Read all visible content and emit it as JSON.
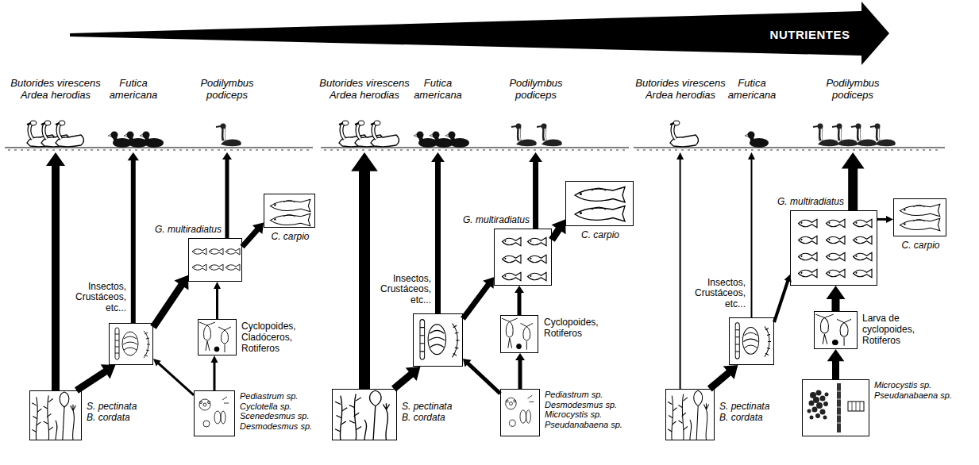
{
  "diagram": {
    "nodes": [
      {
        "text": [
          "Butorides virescens Ardea herodias"
        ]
      },
      {
        "text": [
          "Futica americana"
        ]
      },
      {
        "text": [
          "Podilymbus podiceps"
        ]
      },
      {
        "text": [
          "C. carpio"
        ]
      },
      {
        "text": [
          "G. multiradiatus"
        ]
      },
      {
        "text": [
          "Insectos, Crustáceos, etc..."
        ]
      },
      {
        "text": [
          "Cyclopoides, Cladóceros, Rotiferos"
        ]
      },
      {
        "text": [
          "S. pectinata B. cordata"
        ]
      },
      {
        "text": [
          "Pediastrum sp. Cyclotella sp. Scenedesmus sp. Desmodesmus sp."
        ]
      },
      {
        "text": [
          "Butorides virescens Ardea herodias"
        ]
      },
      {
        "text": [
          "Futica americana"
        ]
      },
      {
        "text": [
          "Podilymbus podiceps"
        ]
      },
      {
        "text": [
          "C. carpio"
        ]
      },
      {
        "text": [
          "G. multiradiatus"
        ]
      },
      {
        "text": [
          "Insectos, Crustáceos, etc..."
        ]
      },
      {
        "text": [
          "Cyclopoides, Rotiferos"
        ]
      },
      {
        "text": [
          "S. pectinata B. cordata"
        ]
      },
      {
        "text": [
          "Pediastrum sp. Desmodesmus sp. Microcystis sp. Pseudanabaena sp."
        ]
      },
      {
        "text": [
          "Butorides virescens Ardea herodias"
        ]
      },
      {
        "text": [
          "Futica americana"
        ]
      },
      {
        "text": [
          "Podilymbus podiceps"
        ]
      },
      {
        "text": [
          "C. carpio"
        ]
      },
      {
        "text": [
          "G. multiradiatus"
        ]
      },
      {
        "text": [
          "Insectos, Crustáceos, etc..."
        ]
      },
      {
        "text": [
          "Larva de cyclopoides, Rotiferos"
        ]
      },
      {
        "text": [
          "S. pectinata B. cordata"
        ]
      },
      {
        "text": [
          "Microcystis sp. Pseudanabaena sp."
        ]
      }
    ],
    "edges": [
      {
        "from": 7,
        "to": 0,
        "arrow": "to"
      },
      {
        "from": 7,
        "to": 5,
        "arrow": "to"
      },
      {
        "from": 5,
        "to": 1,
        "arrow": "to"
      },
      {
        "from": 5,
        "to": 4,
        "arrow": "to"
      },
      {
        "from": 8,
        "to": 5,
        "arrow": "to"
      },
      {
        "from": 8,
        "to": 6,
        "arrow": "to"
      },
      {
        "from": 6,
        "to": 4,
        "arrow": "to"
      },
      {
        "from": 4,
        "to": 3,
        "arrow": "to"
      },
      {
        "from": 4,
        "to": 2,
        "arrow": "to"
      },
      {
        "from": 16,
        "to": 9,
        "arrow": "to"
      },
      {
        "from": 16,
        "to": 14,
        "arrow": "to"
      },
      {
        "from": 14,
        "to": 10,
        "arrow": "to"
      },
      {
        "from": 14,
        "to": 13,
        "arrow": "to"
      },
      {
        "from": 17,
        "to": 14,
        "arrow": "to"
      },
      {
        "from": 17,
        "to": 15,
        "arrow": "to"
      },
      {
        "from": 15,
        "to": 13,
        "arrow": "to"
      },
      {
        "from": 13,
        "to": 12,
        "arrow": "to"
      },
      {
        "from": 13,
        "to": 11,
        "arrow": "to"
      },
      {
        "from": 25,
        "to": 18,
        "arrow": "to"
      },
      {
        "from": 25,
        "to": 23,
        "arrow": "to"
      },
      {
        "from": 23,
        "to": 19,
        "arrow": "to"
      },
      {
        "from": 23,
        "to": 22,
        "arrow": "to"
      },
      {
        "from": 26,
        "to": 24,
        "arrow": "to"
      },
      {
        "from": 24,
        "to": 22,
        "arrow": "to"
      },
      {
        "from": 22,
        "to": 21,
        "arrow": "to"
      },
      {
        "from": 22,
        "to": 20,
        "arrow": "to"
      }
    ],
    "labels": [
      "NUTRIENTES"
    ]
  }
}
